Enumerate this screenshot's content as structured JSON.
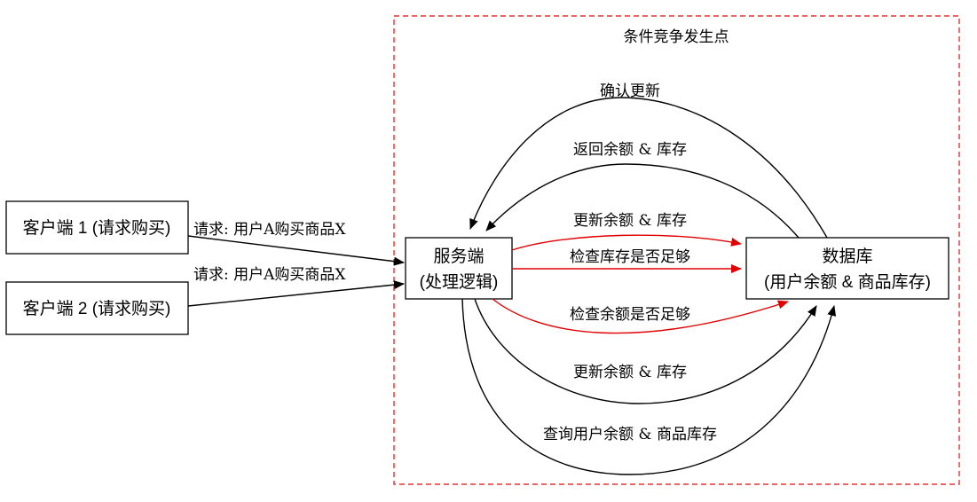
{
  "cluster": {
    "label": "条件竞争发生点",
    "border_color": "#e53030"
  },
  "nodes": {
    "client1": "客户端 1 (请求购买)",
    "client2": "客户端 2 (请求购买)",
    "server_line1": "服务端",
    "server_line2": "(处理逻辑)",
    "db_line1": "数据库",
    "db_line2": "(用户余额 & 商品库存)"
  },
  "edges": {
    "client1_request": "请求: 用户A购买商品X",
    "client2_request": "请求: 用户A购买商品X",
    "confirm_update": "确认更新",
    "return_balance_stock": "返回余额 & 库存",
    "update_red": "更新余额 & 库存",
    "check_stock": "检查库存是否足够",
    "check_balance": "检查余额是否足够",
    "update_black": "更新余额 & 库存",
    "query_balance_stock": "查询用户余额 & 商品库存"
  },
  "colors": {
    "race_edge": "#e00000",
    "normal_edge": "#000000"
  }
}
